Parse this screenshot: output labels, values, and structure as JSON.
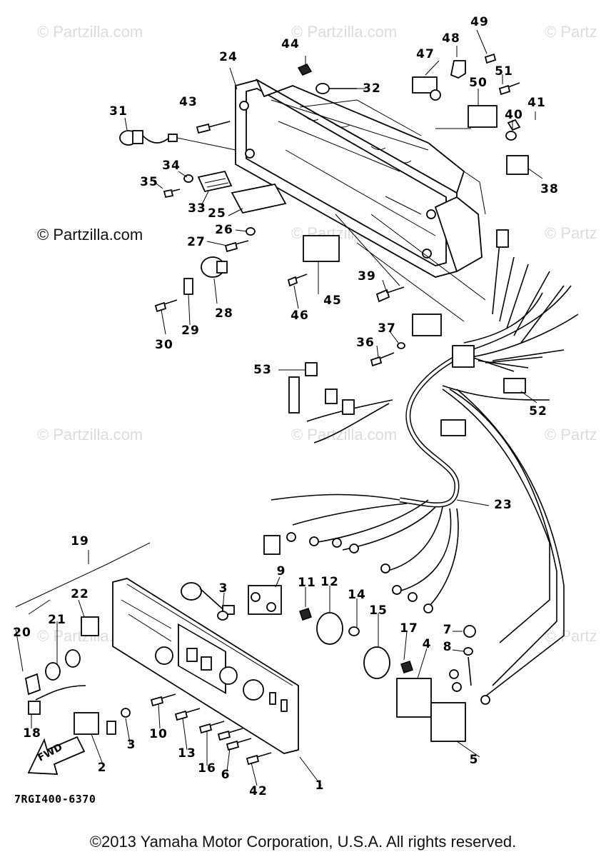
{
  "watermarks": [
    "© Partzilla.com",
    "© Partzilla.com",
    "© Partz",
    "© Partzilla.com",
    "© Partz",
    "© Partzilla.com",
    "© Partzilla.com",
    "© Partz",
    "© Partzilla.com",
    "© Partz"
  ],
  "watermark_main": "© Partzilla.com",
  "callouts": {
    "c1": "1",
    "c2": "2",
    "c3a": "3",
    "c3b": "3",
    "c4": "4",
    "c5": "5",
    "c6": "6",
    "c7": "7",
    "c8": "8",
    "c9": "9",
    "c10": "10",
    "c11": "11",
    "c12": "12",
    "c13": "13",
    "c14": "14",
    "c15": "15",
    "c16": "16",
    "c17": "17",
    "c18": "18",
    "c19": "19",
    "c20": "20",
    "c21": "21",
    "c22": "22",
    "c23": "23",
    "c24": "24",
    "c25": "25",
    "c26": "26",
    "c27": "27",
    "c28": "28",
    "c29": "29",
    "c30": "30",
    "c31": "31",
    "c32": "32",
    "c33": "33",
    "c34": "34",
    "c35": "35",
    "c36": "36",
    "c37": "37",
    "c38": "38",
    "c39": "39",
    "c40": "40",
    "c41": "41",
    "c42": "42",
    "c43": "43",
    "c44": "44",
    "c45": "45",
    "c46": "46",
    "c47": "47",
    "c48": "48",
    "c49": "49",
    "c50": "50",
    "c51": "51",
    "c52": "52",
    "c53": "53"
  },
  "fwd_label": "FWD",
  "diagram_code": "7RGI400-6370",
  "copyright": "©2013 Yamaha Motor Corporation, U.S.A. All rights reserved."
}
